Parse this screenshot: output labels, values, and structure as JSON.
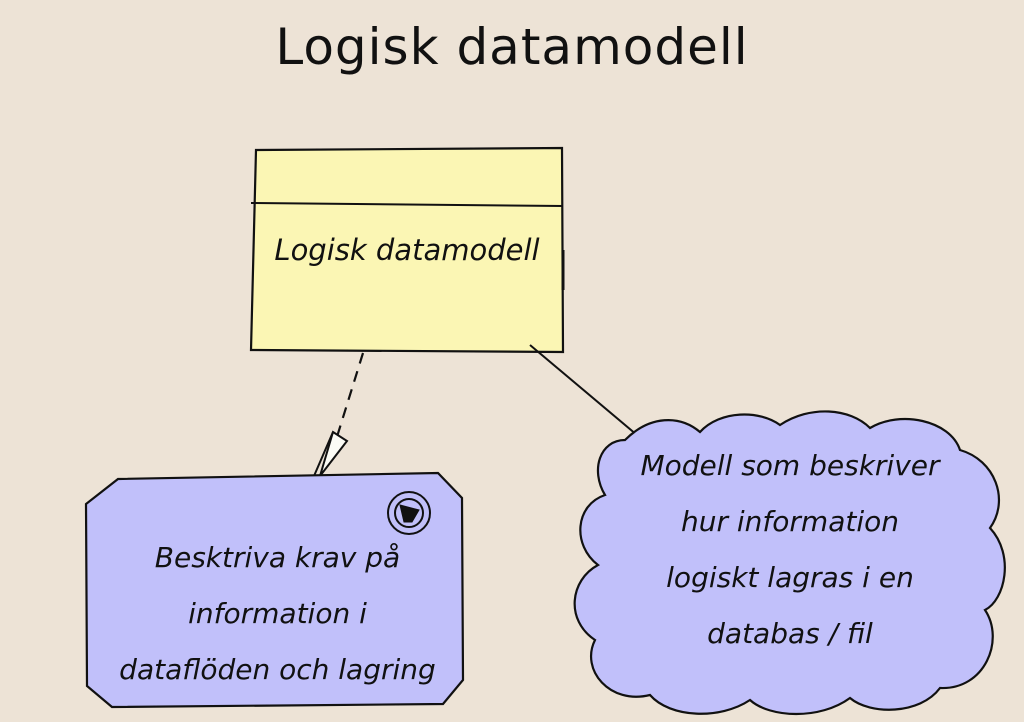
{
  "diagram": {
    "title": "Logisk datamodell",
    "data_object": {
      "label": "Logisk datamodell",
      "fill_color": "#fbf6b4"
    },
    "goal": {
      "lines": [
        "Besktriva krav på",
        "information i",
        "dataflöden och lagring"
      ],
      "fill_color": "#c1c0fa",
      "icon": "goal-icon"
    },
    "note": {
      "lines": [
        "Modell som beskriver",
        "hur information",
        "logiskt lagras i en",
        "databas / fil"
      ],
      "fill_color": "#c1c0fa"
    },
    "background_color": "#ede3d6"
  }
}
